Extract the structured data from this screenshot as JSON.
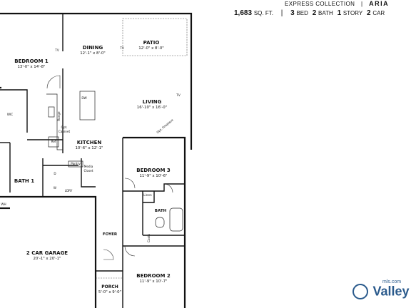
{
  "header": {
    "collection": "EXPRESS COLLECTION",
    "separator": "|",
    "model": "ARIA",
    "sqft_value": "1,683",
    "sqft_unit": "SQ. FT.",
    "bed_count": "3",
    "bed_label": "BED",
    "bath_count": "2",
    "bath_label": "BATH",
    "story_count": "1",
    "story_label": "STORY",
    "car_count": "2",
    "car_label": "CAR"
  },
  "rooms": {
    "bedroom1": {
      "name": "BEDROOM 1",
      "dim": "13'-0\" x 14'-8\""
    },
    "dining": {
      "name": "DINING",
      "dim": "12'-1\" x 8'-0\""
    },
    "patio": {
      "name": "PATIO",
      "dim": "12'-0\" x 8'-0\""
    },
    "living": {
      "name": "LIVING",
      "dim": "16'-10\" x 16'-0\""
    },
    "kitchen": {
      "name": "KITCHEN",
      "dim": "10'-6\" x 12'-1\""
    },
    "bedroom3": {
      "name": "BEDROOM 3",
      "dim": "11'-9\" x 10'-6\""
    },
    "garage": {
      "name": "2 CAR GARAGE",
      "dim": "20'-1\" x 20'-1\""
    },
    "foyer": {
      "name": "FOYER"
    },
    "porch": {
      "name": "PORCH",
      "dim": "5'-0\" x 9'-0\""
    },
    "bedroom2": {
      "name": "BEDROOM 2",
      "dim": "11'-9\" x 10'-7\""
    },
    "bath1": {
      "name": "BATH 1"
    },
    "bath2": {
      "name": "BATH"
    }
  },
  "fixtures": {
    "tv": "TV",
    "wic": "WIC",
    "dw": "DW",
    "range": "Range",
    "opt_cabinet_1": "Opt.",
    "opt_cabinet_2": "Cabinet",
    "ref": "Ref",
    "pantry": "Pantry",
    "media_1": "Media",
    "media_2": "Closet",
    "dryer": "D",
    "washer": "W",
    "ldry": "LDRY",
    "linen": "Linen",
    "coats": "Coats",
    "wh": "WH",
    "fireplace_1": "Opt. Fireplace"
  },
  "logo": {
    "text": "Valley",
    "suffix": "mls.com"
  }
}
